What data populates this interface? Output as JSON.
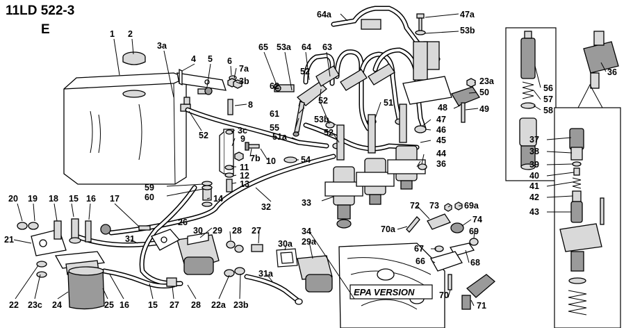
{
  "header": {
    "model": "11LD 522-3",
    "group": "E"
  },
  "epa_label": "EPA VERSION",
  "callouts": [
    {
      "label": "1"
    },
    {
      "label": "2"
    },
    {
      "label": "3a"
    },
    {
      "label": "4"
    },
    {
      "label": "5"
    },
    {
      "label": "6"
    },
    {
      "label": "7a"
    },
    {
      "label": "3b"
    },
    {
      "label": "8"
    },
    {
      "label": "52"
    },
    {
      "label": "3c"
    },
    {
      "label": "9"
    },
    {
      "label": "7b"
    },
    {
      "label": "10"
    },
    {
      "label": "11"
    },
    {
      "label": "12"
    },
    {
      "label": "13"
    },
    {
      "label": "14"
    },
    {
      "label": "59"
    },
    {
      "label": "60"
    },
    {
      "label": "65"
    },
    {
      "label": "53a"
    },
    {
      "label": "64"
    },
    {
      "label": "63"
    },
    {
      "label": "52"
    },
    {
      "label": "62"
    },
    {
      "label": "61"
    },
    {
      "label": "55"
    },
    {
      "label": "51a"
    },
    {
      "label": "54"
    },
    {
      "label": "52"
    },
    {
      "label": "53b"
    },
    {
      "label": "52"
    },
    {
      "label": "51"
    },
    {
      "label": "64a"
    },
    {
      "label": "47a"
    },
    {
      "label": "53b"
    },
    {
      "label": "23a"
    },
    {
      "label": "50"
    },
    {
      "label": "48"
    },
    {
      "label": "49"
    },
    {
      "label": "47"
    },
    {
      "label": "46"
    },
    {
      "label": "45"
    },
    {
      "label": "44"
    },
    {
      "label": "36"
    },
    {
      "label": "33"
    },
    {
      "label": "32"
    },
    {
      "label": "20"
    },
    {
      "label": "19"
    },
    {
      "label": "18"
    },
    {
      "label": "15"
    },
    {
      "label": "16"
    },
    {
      "label": "17"
    },
    {
      "label": "21"
    },
    {
      "label": "26"
    },
    {
      "label": "30"
    },
    {
      "label": "29"
    },
    {
      "label": "28"
    },
    {
      "label": "27"
    },
    {
      "label": "31"
    },
    {
      "label": "22"
    },
    {
      "label": "23c"
    },
    {
      "label": "24"
    },
    {
      "label": "25"
    },
    {
      "label": "16"
    },
    {
      "label": "15"
    },
    {
      "label": "27"
    },
    {
      "label": "28"
    },
    {
      "label": "22a"
    },
    {
      "label": "23b"
    },
    {
      "label": "34"
    },
    {
      "label": "29a"
    },
    {
      "label": "30a"
    },
    {
      "label": "31a"
    },
    {
      "label": "72"
    },
    {
      "label": "73"
    },
    {
      "label": "69a"
    },
    {
      "label": "74"
    },
    {
      "label": "70a"
    },
    {
      "label": "69"
    },
    {
      "label": "67"
    },
    {
      "label": "66"
    },
    {
      "label": "68"
    },
    {
      "label": "70"
    },
    {
      "label": "71"
    },
    {
      "label": "56"
    },
    {
      "label": "57"
    },
    {
      "label": "58"
    },
    {
      "label": "36"
    },
    {
      "label": "37"
    },
    {
      "label": "38"
    },
    {
      "label": "39"
    },
    {
      "label": "40"
    },
    {
      "label": "41"
    },
    {
      "label": "42"
    },
    {
      "label": "43"
    }
  ]
}
